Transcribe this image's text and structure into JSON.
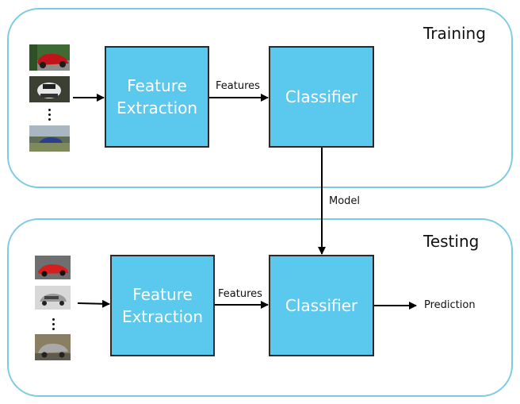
{
  "training": {
    "title": "Training",
    "feature_box": "Feature\nExtraction",
    "classifier_box": "Classifier",
    "edge_features": "Features"
  },
  "model_label": "Model",
  "testing": {
    "title": "Testing",
    "feature_box": "Feature\nExtraction",
    "classifier_box": "Classifier",
    "edge_features": "Features",
    "output": "Prediction"
  },
  "colors": {
    "panel_border": "#7ccbe3",
    "box_fill": "#5bc8ee",
    "box_text": "#ffffff"
  }
}
